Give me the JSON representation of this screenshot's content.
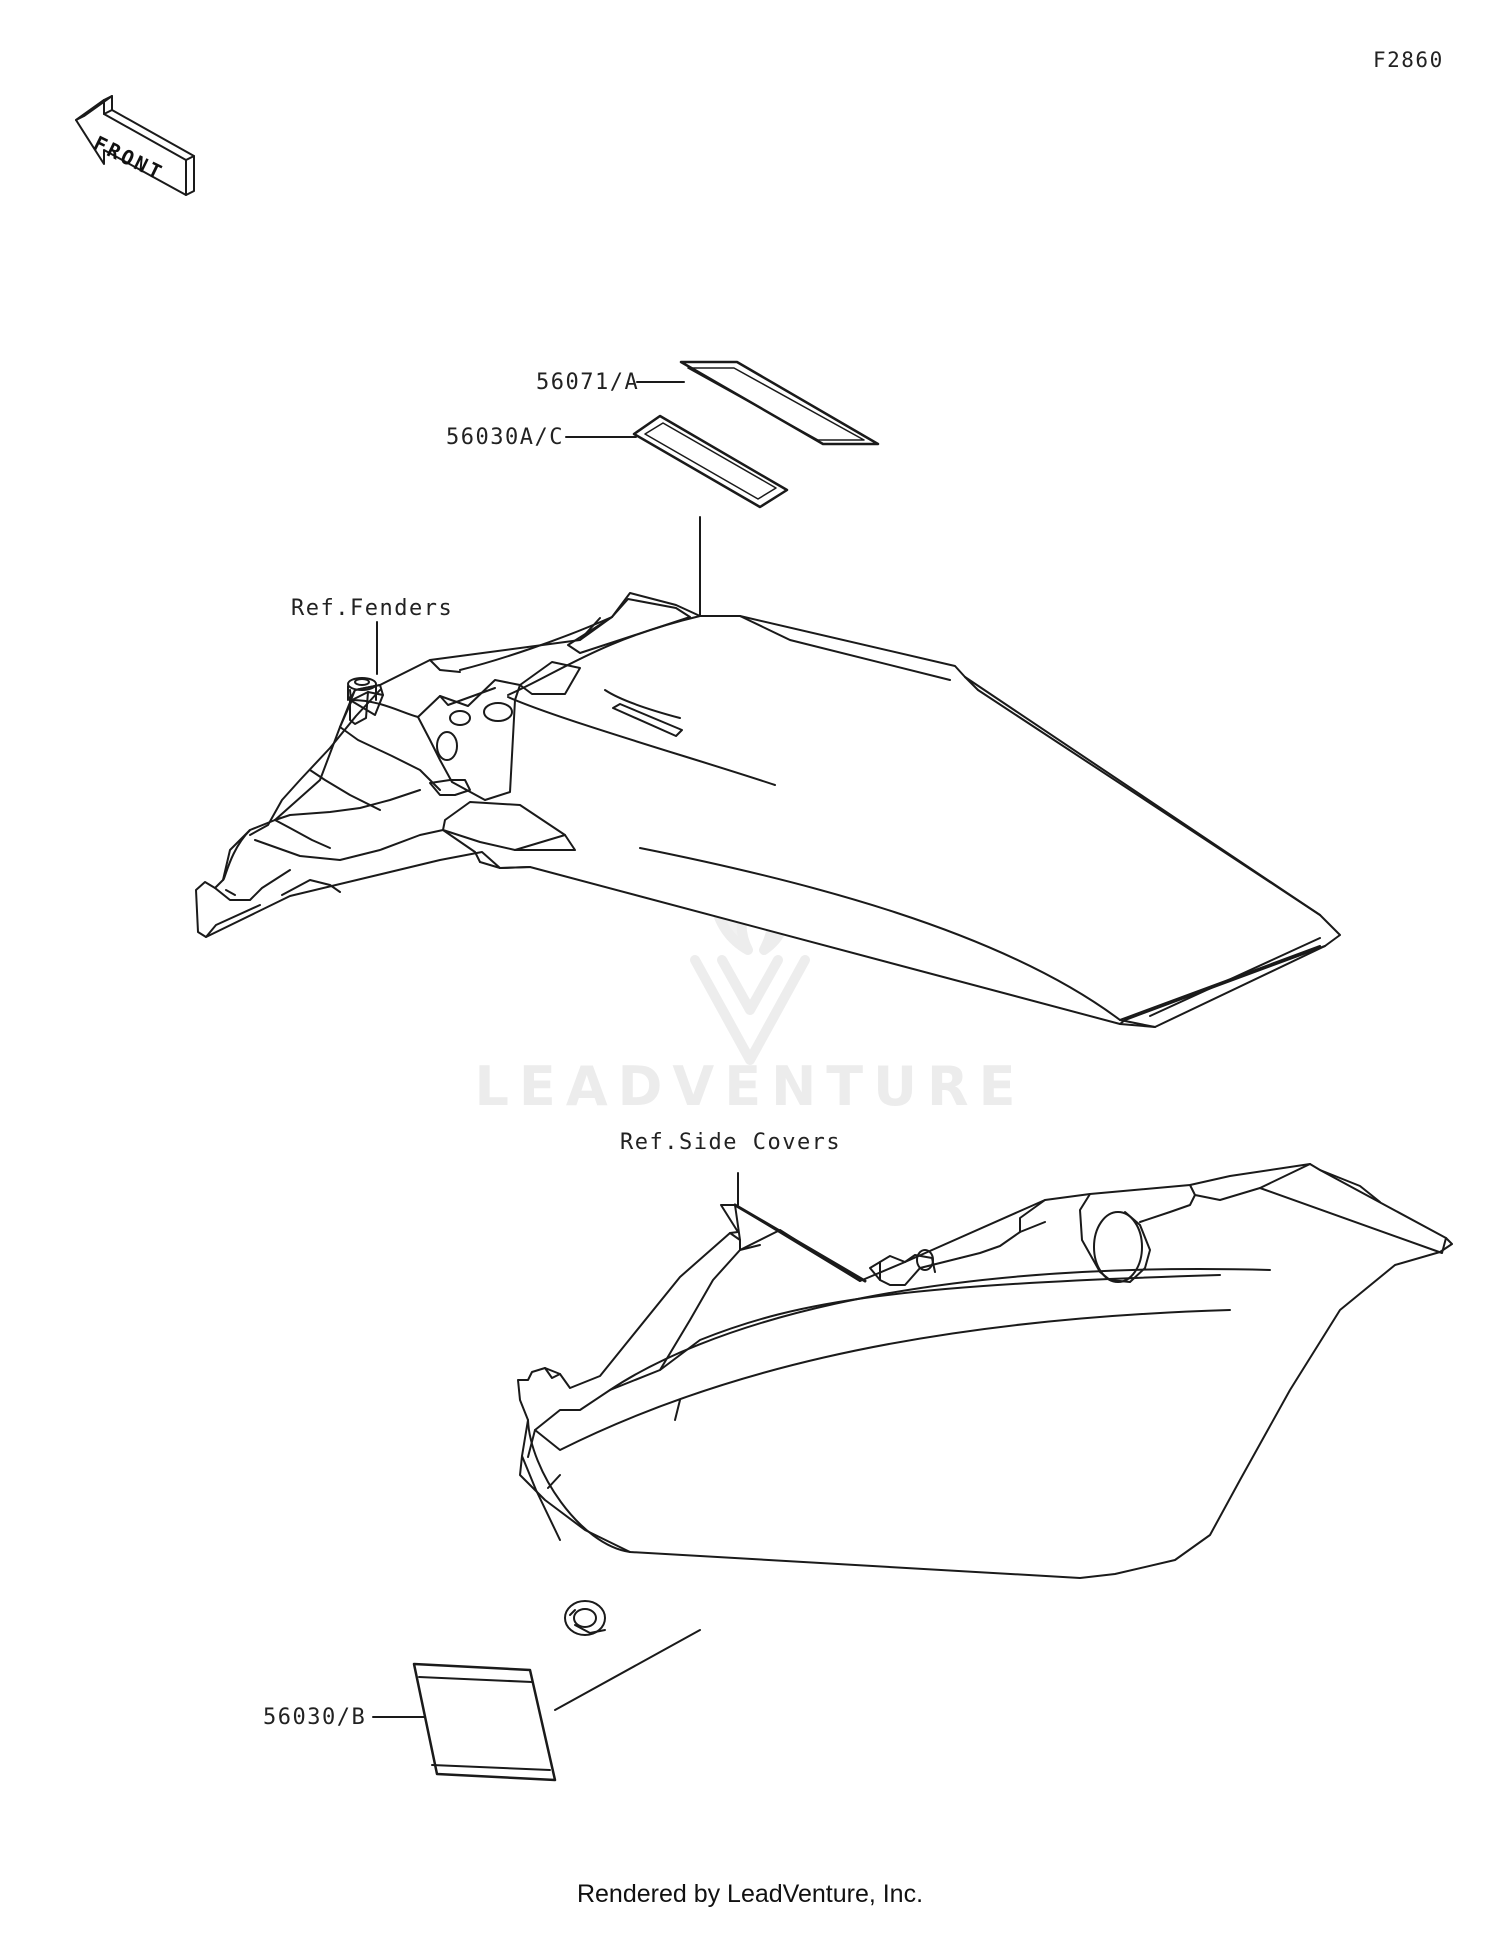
{
  "figure_id": "F2860",
  "front_marker": "FRONT",
  "callouts": {
    "part_56071_a": "56071/A",
    "part_56030a_c": "56030A/C",
    "ref_fenders": "Ref.Fenders",
    "ref_side_covers": "Ref.Side Covers",
    "part_56030_b": "56030/B"
  },
  "watermark": "LEADVENTURE",
  "footer": "Rendered by LeadVenture, Inc."
}
